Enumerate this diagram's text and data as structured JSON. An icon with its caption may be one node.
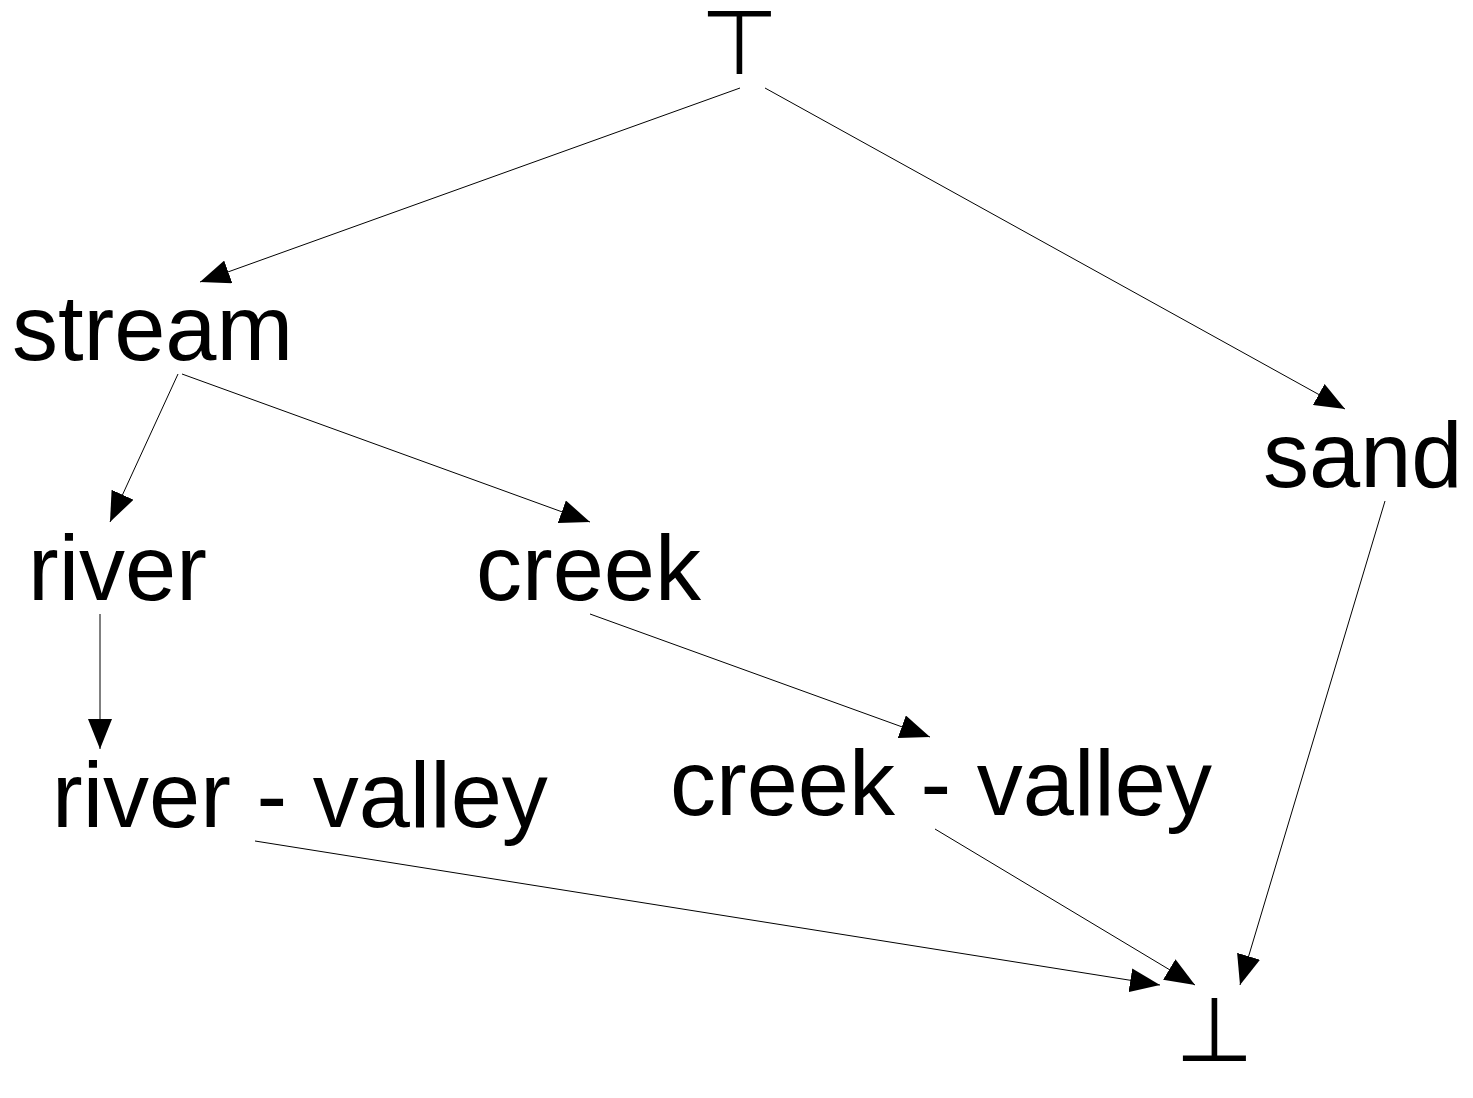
{
  "diagram": {
    "nodes": [
      {
        "text": [
          "⊤"
        ]
      },
      {
        "text": [
          "stream"
        ]
      },
      {
        "text": [
          "sand"
        ]
      },
      {
        "text": [
          "river"
        ]
      },
      {
        "text": [
          "creek"
        ]
      },
      {
        "text": [
          "river - valley"
        ]
      },
      {
        "text": [
          "creek - valley"
        ]
      },
      {
        "text": [
          "⊥"
        ]
      }
    ],
    "edges": [
      {
        "from": 0,
        "to": 1,
        "arrow": "to"
      },
      {
        "from": 0,
        "to": 2,
        "arrow": "to"
      },
      {
        "from": 1,
        "to": 3,
        "arrow": "to"
      },
      {
        "from": 1,
        "to": 4,
        "arrow": "to"
      },
      {
        "from": 3,
        "to": 5,
        "arrow": "to"
      },
      {
        "from": 4,
        "to": 6,
        "arrow": "to"
      },
      {
        "from": 5,
        "to": 7,
        "arrow": "to"
      },
      {
        "from": 6,
        "to": 7,
        "arrow": "to"
      },
      {
        "from": 2,
        "to": 7,
        "arrow": "to"
      }
    ]
  }
}
